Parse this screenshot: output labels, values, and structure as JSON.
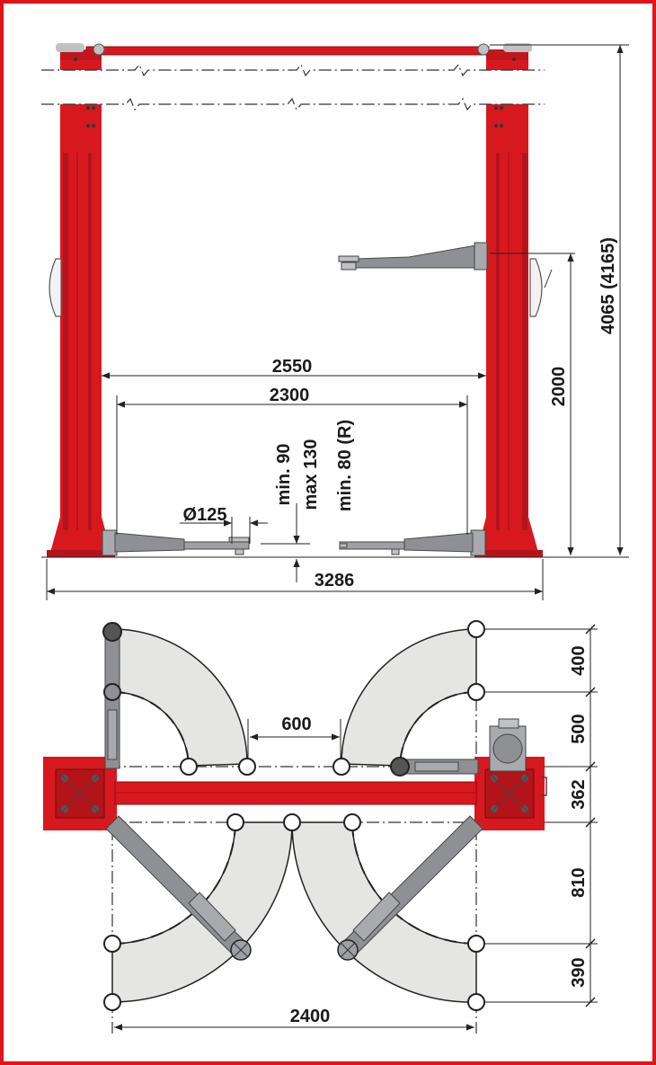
{
  "colors": {
    "frame": "#e0141b",
    "column_red": "#d7191f",
    "column_dark": "#a30f14",
    "arm_grey": "#8e9093",
    "swing_area": "#e5e5e3",
    "line": "#222222"
  },
  "side_view": {
    "dim_2550": "2550",
    "dim_2300": "2300",
    "dim_3286": "3286",
    "dim_2000": "2000",
    "dim_height": "4065 (4165)",
    "dim_pad": "Ø125",
    "dim_min90": "min. 90",
    "dim_max130": "max 130",
    "dim_min80": "min. 80 (R)"
  },
  "top_view": {
    "dim_600": "600",
    "dim_2400": "2400",
    "dim_400": "400",
    "dim_500": "500",
    "dim_362": "362",
    "dim_810": "810",
    "dim_390": "390"
  }
}
